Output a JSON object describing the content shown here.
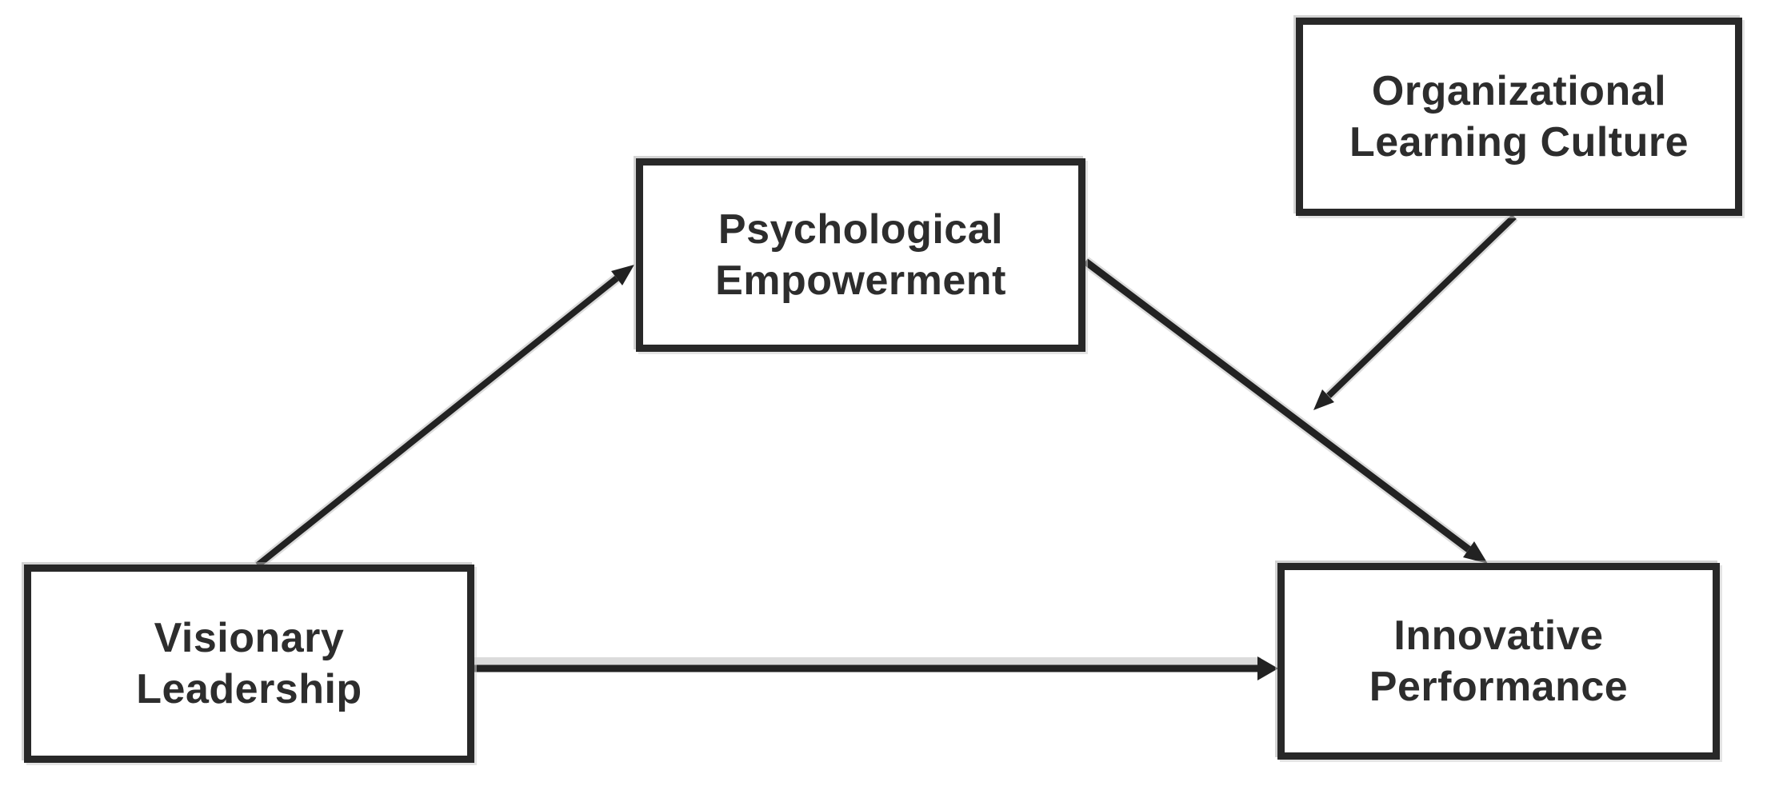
{
  "diagram": {
    "type": "conceptual-model",
    "background_color": "#ffffff",
    "line_color": "#222222",
    "box_border_color": "#282828",
    "text_color": "#2d2d2d",
    "nodes": [
      {
        "id": "visionary-leadership",
        "label": "Visionary\nLeadership",
        "role": "independent-variable"
      },
      {
        "id": "psychological-empowerment",
        "label": "Psychological\nEmpowerment",
        "role": "mediator"
      },
      {
        "id": "organizational-learning-culture",
        "label": "Organizational\nLearning Culture",
        "role": "moderator"
      },
      {
        "id": "innovative-performance",
        "label": "Innovative\nPerformance",
        "role": "dependent-variable"
      }
    ],
    "edges": [
      {
        "from": "visionary-leadership",
        "to": "psychological-empowerment",
        "style": "arrow"
      },
      {
        "from": "psychological-empowerment",
        "to": "innovative-performance",
        "style": "arrow"
      },
      {
        "from": "visionary-leadership",
        "to": "innovative-performance",
        "style": "arrow"
      },
      {
        "from": "organizational-learning-culture",
        "to": "path:psychological-empowerment->innovative-performance",
        "style": "moderation-arrow"
      }
    ]
  }
}
